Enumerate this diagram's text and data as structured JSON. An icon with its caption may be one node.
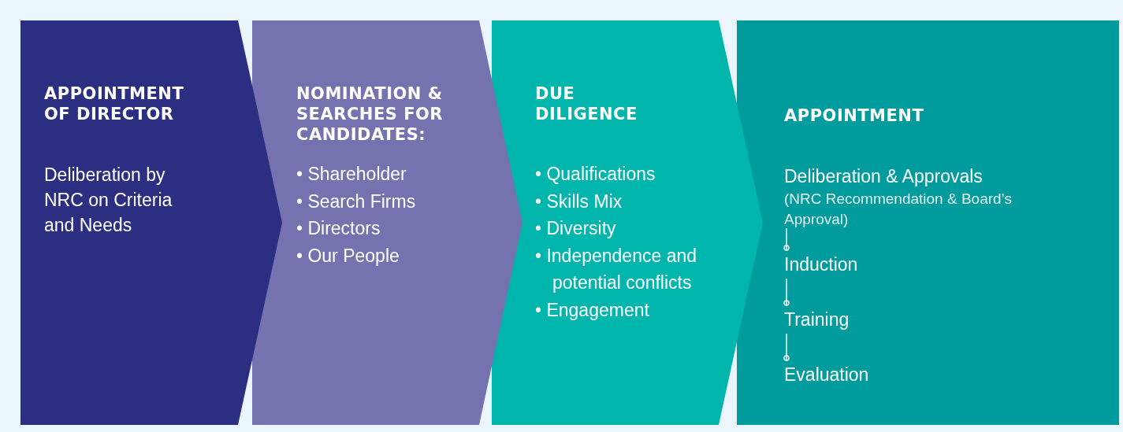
{
  "diagram": {
    "nodes": [
      {
        "text": [
          "APPOINTMENT OF DIRECTOR",
          "Deliberation by NRC on Criteria and Needs"
        ]
      },
      {
        "text": [
          "NOMINATION & SEARCHES FOR CANDIDATES:",
          "• Shareholder",
          "• Search Firms",
          "• Directors",
          "• Our People"
        ]
      },
      {
        "text": [
          "DUE DILIGENCE",
          "• Qualifications",
          "• Skills Mix",
          "• Diversity",
          "• Independence and potential conflicts",
          "• Engagement"
        ]
      },
      {
        "text": [
          "APPOINTMENT"
        ]
      },
      {
        "text": [
          "Deliberation & Approvals",
          "(NRC Recommendation & Board’s Approval)"
        ],
        "in": 3
      },
      {
        "text": [
          "Induction"
        ],
        "in": 3
      },
      {
        "text": [
          "Training"
        ],
        "in": 3
      },
      {
        "text": [
          "Evaluation"
        ],
        "in": 3
      }
    ],
    "edges": [
      {
        "from": 4,
        "to": 5,
        "arrow": "other"
      },
      {
        "from": 5,
        "to": 6,
        "arrow": "other"
      },
      {
        "from": 6,
        "to": 7,
        "arrow": "other"
      }
    ]
  }
}
